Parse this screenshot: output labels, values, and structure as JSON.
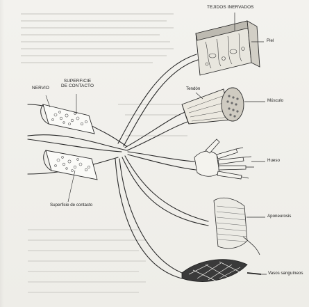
{
  "diagram": {
    "title": "TEJIDOS INERVADOS",
    "labels": {
      "nervio": "NERVIO",
      "superficie_de_contacto_upper": "SUPERFICIE\nDE CONTACTO",
      "superficie_de_contacto_lower": "Superficie de contacto",
      "tendon": "Tendón",
      "piel": "Piel",
      "musculo": "Músculo",
      "hueso": "Hueso",
      "aponeurosis": "Aponeurosis",
      "vasos_sanguineos": "Vasos sanguíneos"
    }
  }
}
